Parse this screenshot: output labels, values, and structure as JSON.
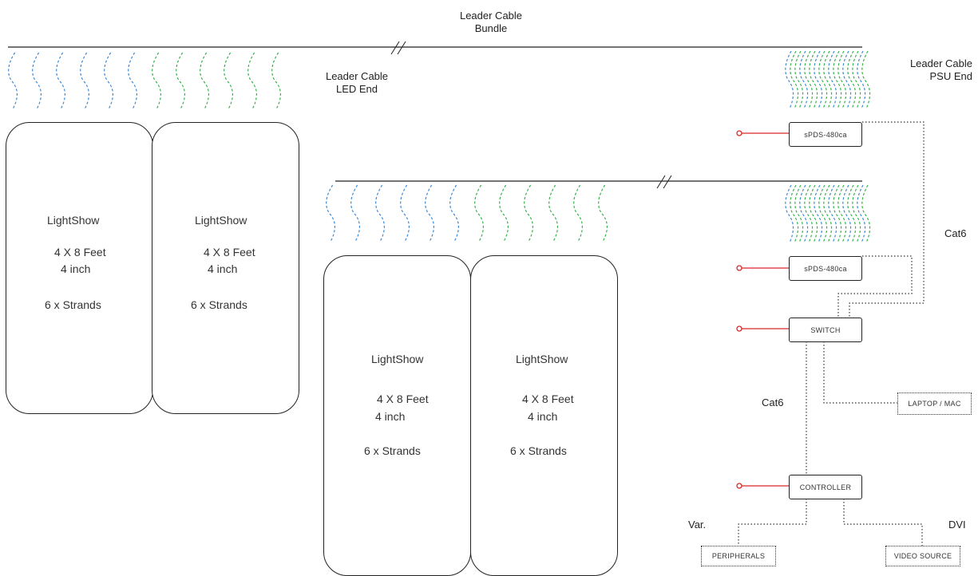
{
  "labels": {
    "bundle_line1": "Leader Cable",
    "bundle_line2": "Bundle",
    "led_end_line1": "Leader Cable",
    "led_end_line2": "LED End",
    "psu_end_line1": "Leader Cable",
    "psu_end_line2": "PSU End",
    "cat6_right": "Cat6",
    "cat6_center": "Cat6",
    "var": "Var.",
    "dvi": "DVI"
  },
  "panels": [
    {
      "title": "LightShow",
      "size": "4 X 8 Feet",
      "depth": "4 inch",
      "strands": "6 x  Strands"
    },
    {
      "title": "LightShow",
      "size": "4 X 8 Feet",
      "depth": "4 inch",
      "strands": "6 x  Strands"
    },
    {
      "title": "LightShow",
      "size": "4 X 8 Feet",
      "depth": "4 inch",
      "strands": "6 x  Strands"
    },
    {
      "title": "LightShow",
      "size": "4 X 8 Feet",
      "depth": "4 inch",
      "strands": "6 x  Strands"
    }
  ],
  "devices": {
    "pds_top": "sPDS-480ca",
    "pds_mid": "sPDS-480ca",
    "switch": "SWITCH",
    "controller": "CONTROLLER",
    "laptop": "LAPTOP / MAC",
    "peripherals": "PERIPHERALS",
    "video_source": "VIDEO SOURCE"
  },
  "colors": {
    "wire_blue": "#3b8ad6",
    "wire_green": "#35b34a",
    "power_red": "#d62828",
    "line": "#222222"
  }
}
